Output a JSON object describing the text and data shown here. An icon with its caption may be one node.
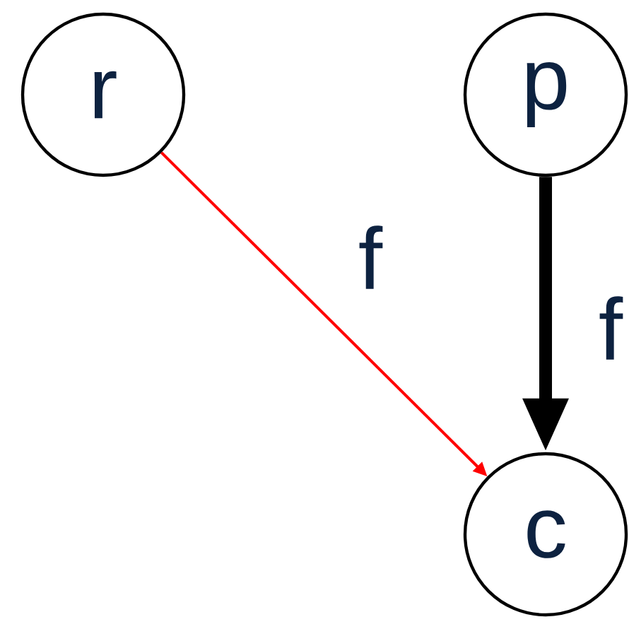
{
  "diagram": {
    "nodes": [
      {
        "text": [
          "r"
        ]
      },
      {
        "text": [
          "p"
        ]
      },
      {
        "text": [
          "c"
        ]
      }
    ],
    "edges": [
      {
        "from": 0,
        "to": 2,
        "arrow": "to",
        "label": "f",
        "color": "#ff0000"
      },
      {
        "from": 1,
        "to": 2,
        "arrow": "to",
        "label": "f",
        "style": "thick",
        "color": "#000000"
      }
    ]
  }
}
